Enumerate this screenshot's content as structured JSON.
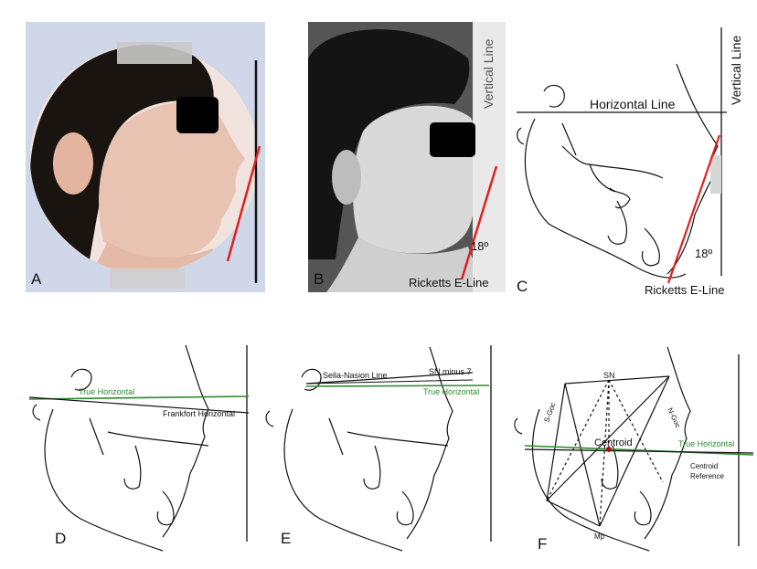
{
  "panels": {
    "a": {
      "letter": "A"
    },
    "b": {
      "letter": "B",
      "vertical_line_label": "Vertical Line",
      "angle_label": "18º",
      "eline_label": "Ricketts E-Line"
    },
    "c": {
      "letter": "C",
      "horizontal_line_label": "Horizontal Line",
      "vertical_line_label": "Vertical Line",
      "angle_label": "18º",
      "eline_label": "Ricketts E-Line"
    },
    "d": {
      "letter": "D",
      "true_horizontal_label": "True Horizontal",
      "frankfort_label": "Frankfort Horizontal"
    },
    "e": {
      "letter": "E",
      "sella_nasion_label": "Sella-Nasion Line",
      "sn_minus_label": "SN minus 7",
      "true_horizontal_label": "True Horizontal"
    },
    "f": {
      "letter": "F",
      "sn_label": "SN",
      "sgoc_label": "S-Goc",
      "ngoc_label": "N-Goc",
      "centroid_label": "Centroid",
      "true_horizontal_label": "True Horizontal",
      "centroid_reference_label_1": "Centroid",
      "centroid_reference_label_2": "Reference",
      "mp_label": "Mp"
    }
  },
  "colors": {
    "true_horizontal": "#2e8b2e",
    "eline": "#e02020",
    "line": "#111111"
  }
}
